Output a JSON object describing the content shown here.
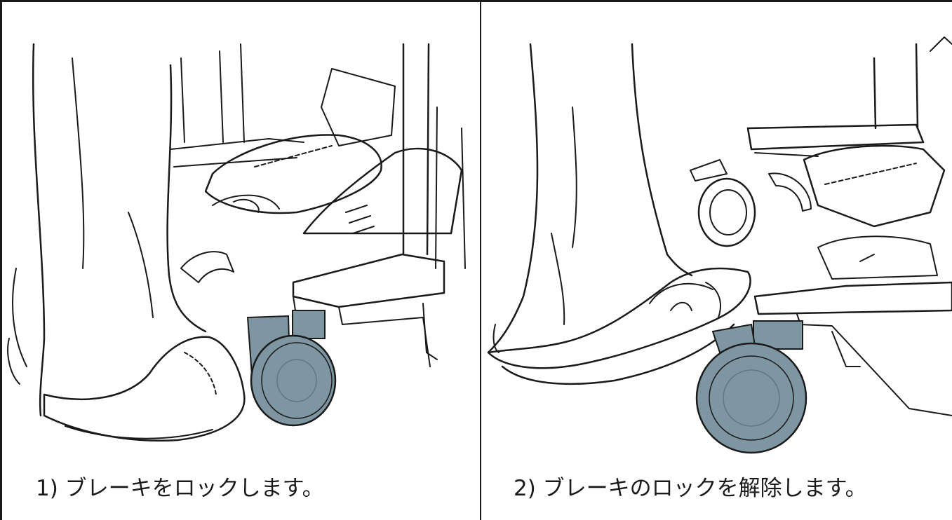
{
  "colors": {
    "outline": "#1a1a1a",
    "wheel_fill": "#7e96a2",
    "wheel_dark": "#5f7783",
    "background": "#ffffff"
  },
  "panels": [
    {
      "caption": "1) ブレーキをロックします。",
      "state": "locked"
    },
    {
      "caption": "2) ブレーキのロックを解除します。",
      "state": "unlocked"
    }
  ]
}
